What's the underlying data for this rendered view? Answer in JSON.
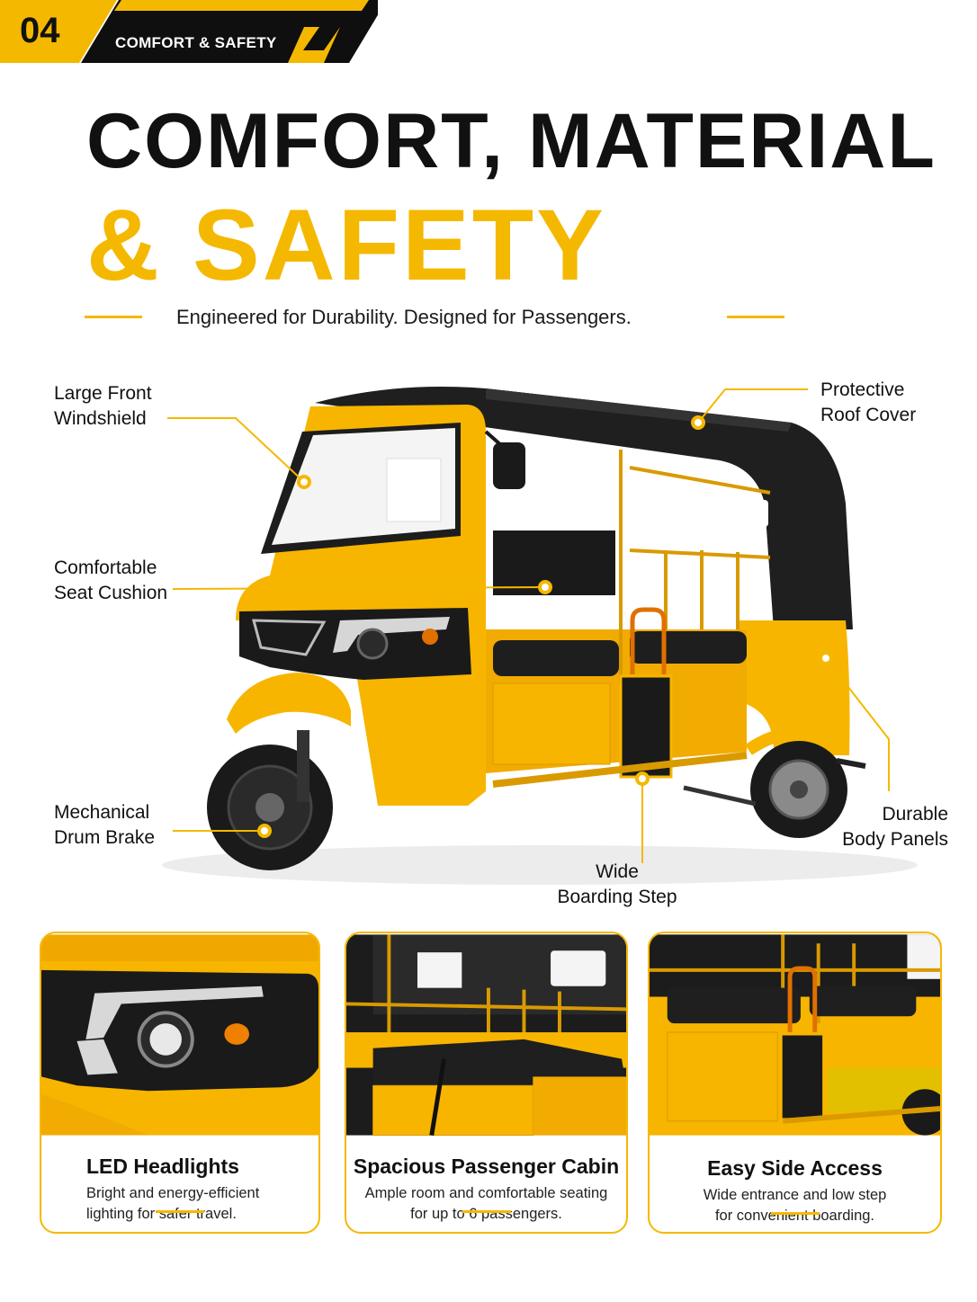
{
  "banner": {
    "number": "04",
    "label": "COMFORT & SAFETY"
  },
  "headline": {
    "line1": "COMFORT, MATERIAL",
    "line2": "& SAFETY",
    "subtitle": "Engineered for Durability. Designed for Passengers."
  },
  "callouts": {
    "windshield": {
      "line1": "Large Front",
      "line2": "Windshield"
    },
    "roof": {
      "line1": "Protective",
      "line2": "Roof Cover"
    },
    "seat": {
      "line1": "Comfortable",
      "line2": "Seat Cushion"
    },
    "brake": {
      "line1": "Mechanical",
      "line2": "Drum Brake"
    },
    "step": {
      "line1": "Wide",
      "line2": "Boarding Step"
    },
    "panels": {
      "line1": "Durable",
      "line2": "Body Panels"
    }
  },
  "cards": [
    {
      "title": "LED Headlights",
      "line1": "Bright and energy-efficient",
      "line2": "lighting for safer travel."
    },
    {
      "title": "Spacious Passenger Cabin",
      "line1": "Ample room and comfortable seating",
      "line2": "for up to 6 passengers."
    },
    {
      "title": "Easy Side Access",
      "line1": "Wide entrance and low step",
      "line2": "for convenient boarding."
    }
  ],
  "colors": {
    "accent": "#f5b800",
    "text": "#111111",
    "background": "#ffffff",
    "vehicle_body": "#f7b500",
    "roof": "#1f1f1f"
  }
}
